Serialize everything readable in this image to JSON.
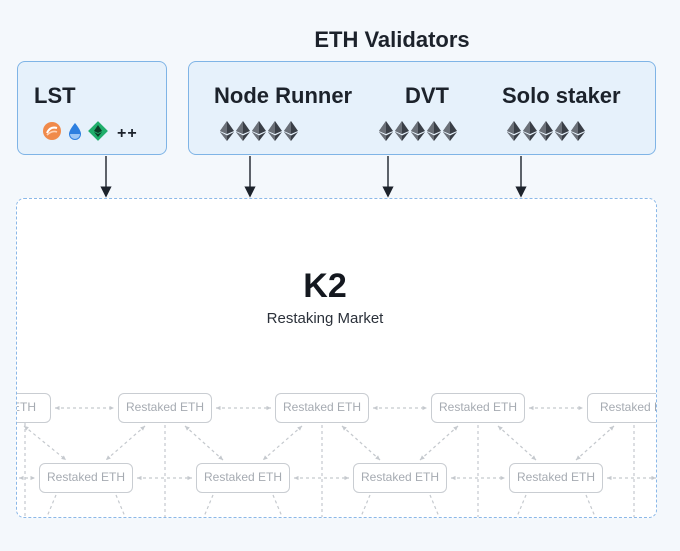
{
  "header": {
    "title": "ETH Validators"
  },
  "lst": {
    "label": "LST",
    "tokens": [
      "orange-swirl-token-icon",
      "blue-drop-token-icon",
      "green-diamond-token-icon"
    ],
    "more": "++"
  },
  "validators": [
    {
      "label": "Node Runner",
      "eth_icons": 5
    },
    {
      "label": "DVT",
      "eth_icons": 5
    },
    {
      "label": "Solo staker",
      "eth_icons": 5
    }
  ],
  "market": {
    "title": "K2",
    "subtitle": "Restaking Market",
    "node_label": "Restaked ETH",
    "top_row": [
      "ETH",
      "Restaked ETH",
      "Restaked ETH",
      "Restaked ETH",
      "Restaked E"
    ],
    "bottom_row": [
      "Restaked ETH",
      "Restaked ETH",
      "Restaked ETH",
      "Restaked ETH"
    ]
  },
  "colors": {
    "box_fill": "#e6f1fb",
    "box_border": "#7fb4e6",
    "dashed_border": "#8bb8e8",
    "node_border": "#c9cdd2",
    "node_text": "#a6abb2",
    "eth_icon": "#3a3f47"
  }
}
